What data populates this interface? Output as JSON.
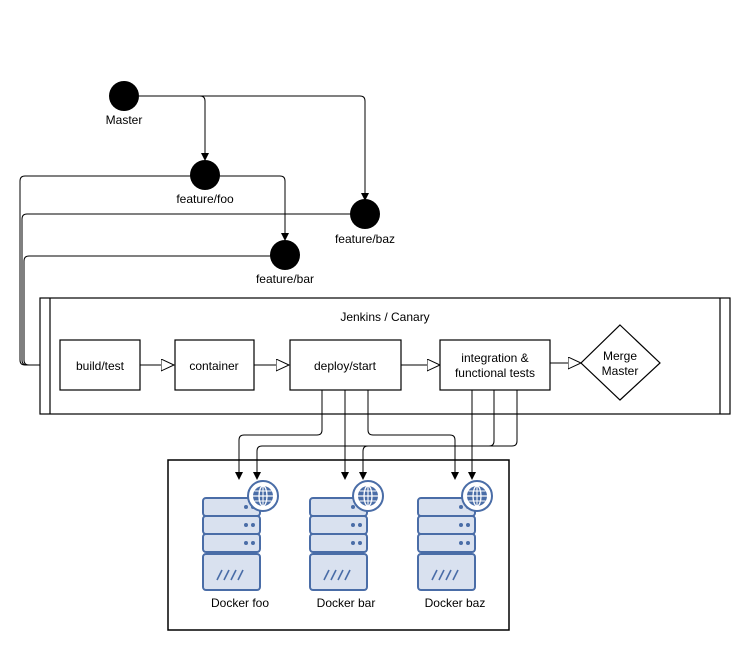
{
  "branches": [
    {
      "id": "master",
      "label": "Master"
    },
    {
      "id": "foo",
      "label": "feature/foo"
    },
    {
      "id": "baz",
      "label": "feature/baz"
    },
    {
      "id": "bar",
      "label": "feature/bar"
    }
  ],
  "pipeline": {
    "title": "Jenkins / Canary",
    "stages": [
      {
        "id": "build",
        "lines": [
          "build/test"
        ]
      },
      {
        "id": "container",
        "lines": [
          "container"
        ]
      },
      {
        "id": "deploy",
        "lines": [
          "deploy/start"
        ]
      },
      {
        "id": "integration",
        "lines": [
          "integration &",
          "functional tests"
        ]
      }
    ],
    "merge": {
      "lines": [
        "Merge",
        "Master"
      ]
    }
  },
  "servers": [
    {
      "id": "foo",
      "label": "Docker foo"
    },
    {
      "id": "bar",
      "label": "Docker bar"
    },
    {
      "id": "baz",
      "label": "Docker baz"
    }
  ],
  "colors": {
    "stroke": "#000000",
    "server_fill": "#d9e1ef",
    "server_stroke": "#4a6da7",
    "globe_fill": "#4a6da7"
  },
  "icons": {
    "server": "server-icon",
    "globe": "globe-icon"
  }
}
